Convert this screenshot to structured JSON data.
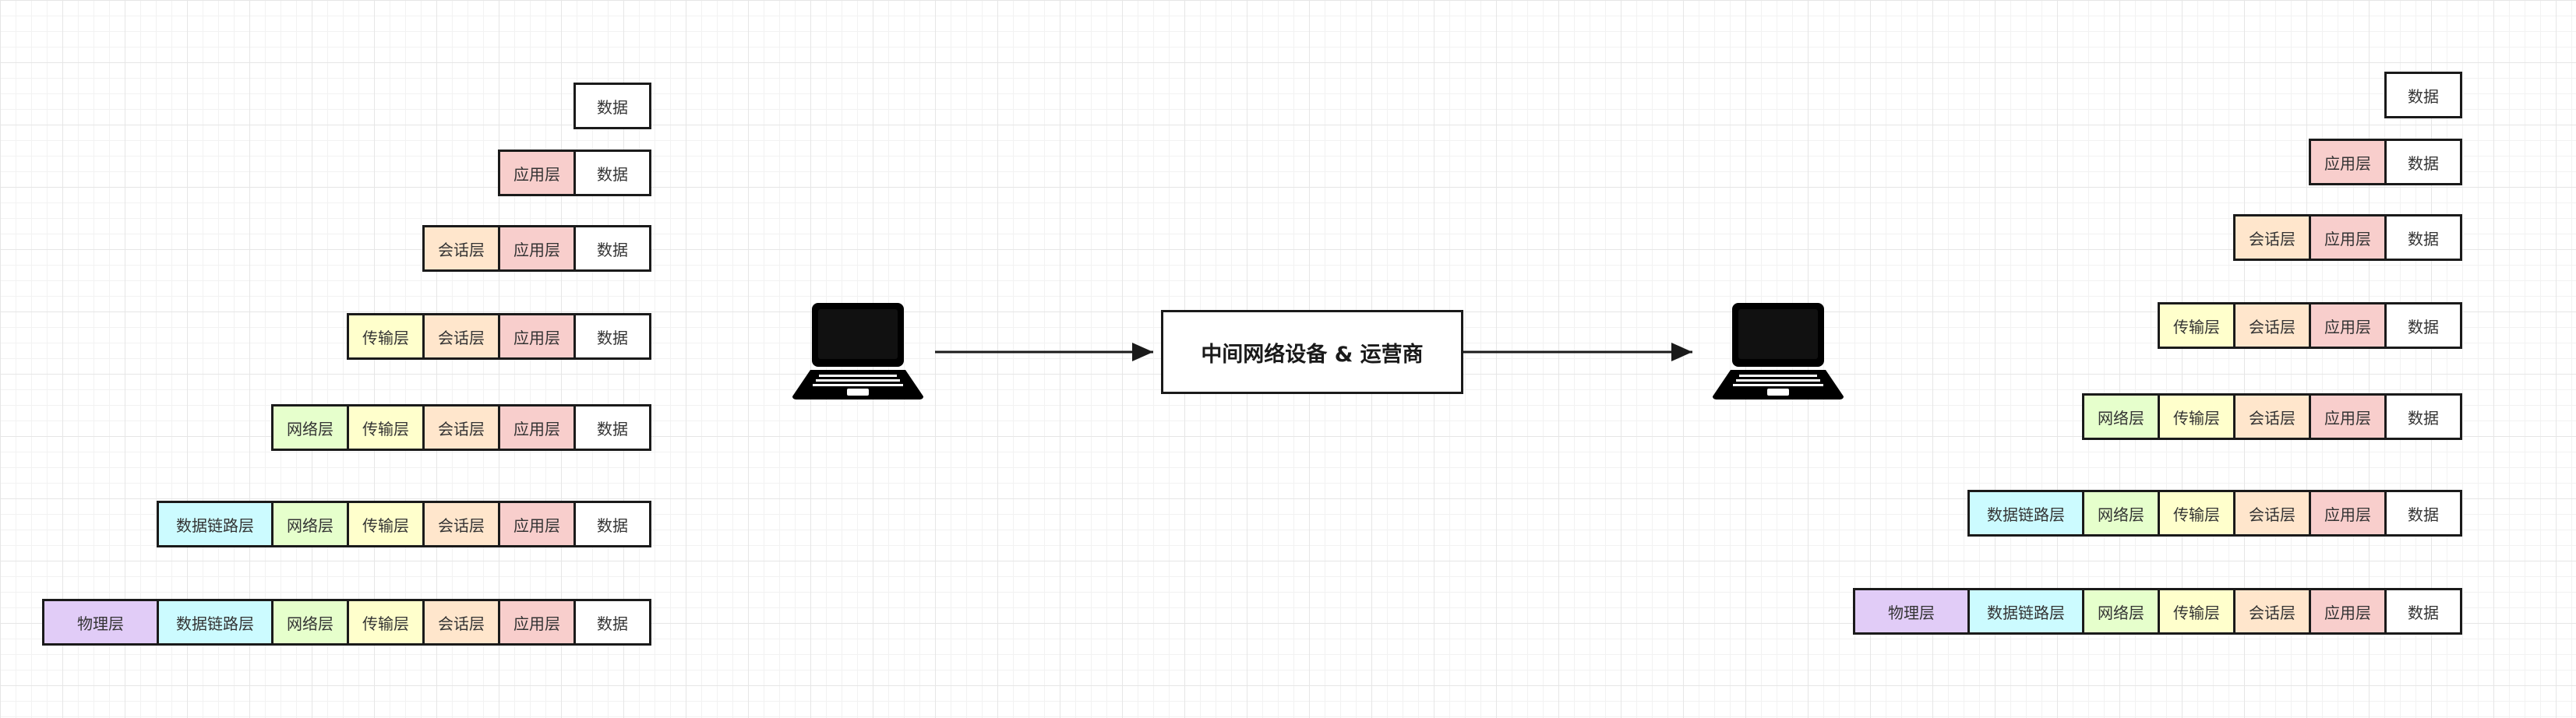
{
  "colors": {
    "物理层": "#e1ccf7",
    "数据链路层": "#ccfbff",
    "网络层": "#e6ffcc",
    "传输层": "#ffffcc",
    "会话层": "#ffe6cc",
    "应用层": "#f8cecc",
    "数据": "#ffffff"
  },
  "left_stack": [
    [
      "数据"
    ],
    [
      "应用层",
      "数据"
    ],
    [
      "会话层",
      "应用层",
      "数据"
    ],
    [
      "传输层",
      "会话层",
      "应用层",
      "数据"
    ],
    [
      "网络层",
      "传输层",
      "会话层",
      "应用层",
      "数据"
    ],
    [
      "数据链路层",
      "网络层",
      "传输层",
      "会话层",
      "应用层",
      "数据"
    ],
    [
      "物理层",
      "数据链路层",
      "网络层",
      "传输层",
      "会话层",
      "应用层",
      "数据"
    ]
  ],
  "right_stack": [
    [
      "数据"
    ],
    [
      "应用层",
      "数据"
    ],
    [
      "会话层",
      "应用层",
      "数据"
    ],
    [
      "传输层",
      "会话层",
      "应用层",
      "数据"
    ],
    [
      "网络层",
      "传输层",
      "会话层",
      "应用层",
      "数据"
    ],
    [
      "数据链路层",
      "网络层",
      "传输层",
      "会话层",
      "应用层",
      "数据"
    ],
    [
      "物理层",
      "数据链路层",
      "网络层",
      "传输层",
      "会话层",
      "应用层",
      "数据"
    ]
  ],
  "middle": {
    "label": "中间网络设备 & 运营商",
    "sender_icon": "laptop-icon",
    "receiver_icon": "laptop-icon"
  }
}
